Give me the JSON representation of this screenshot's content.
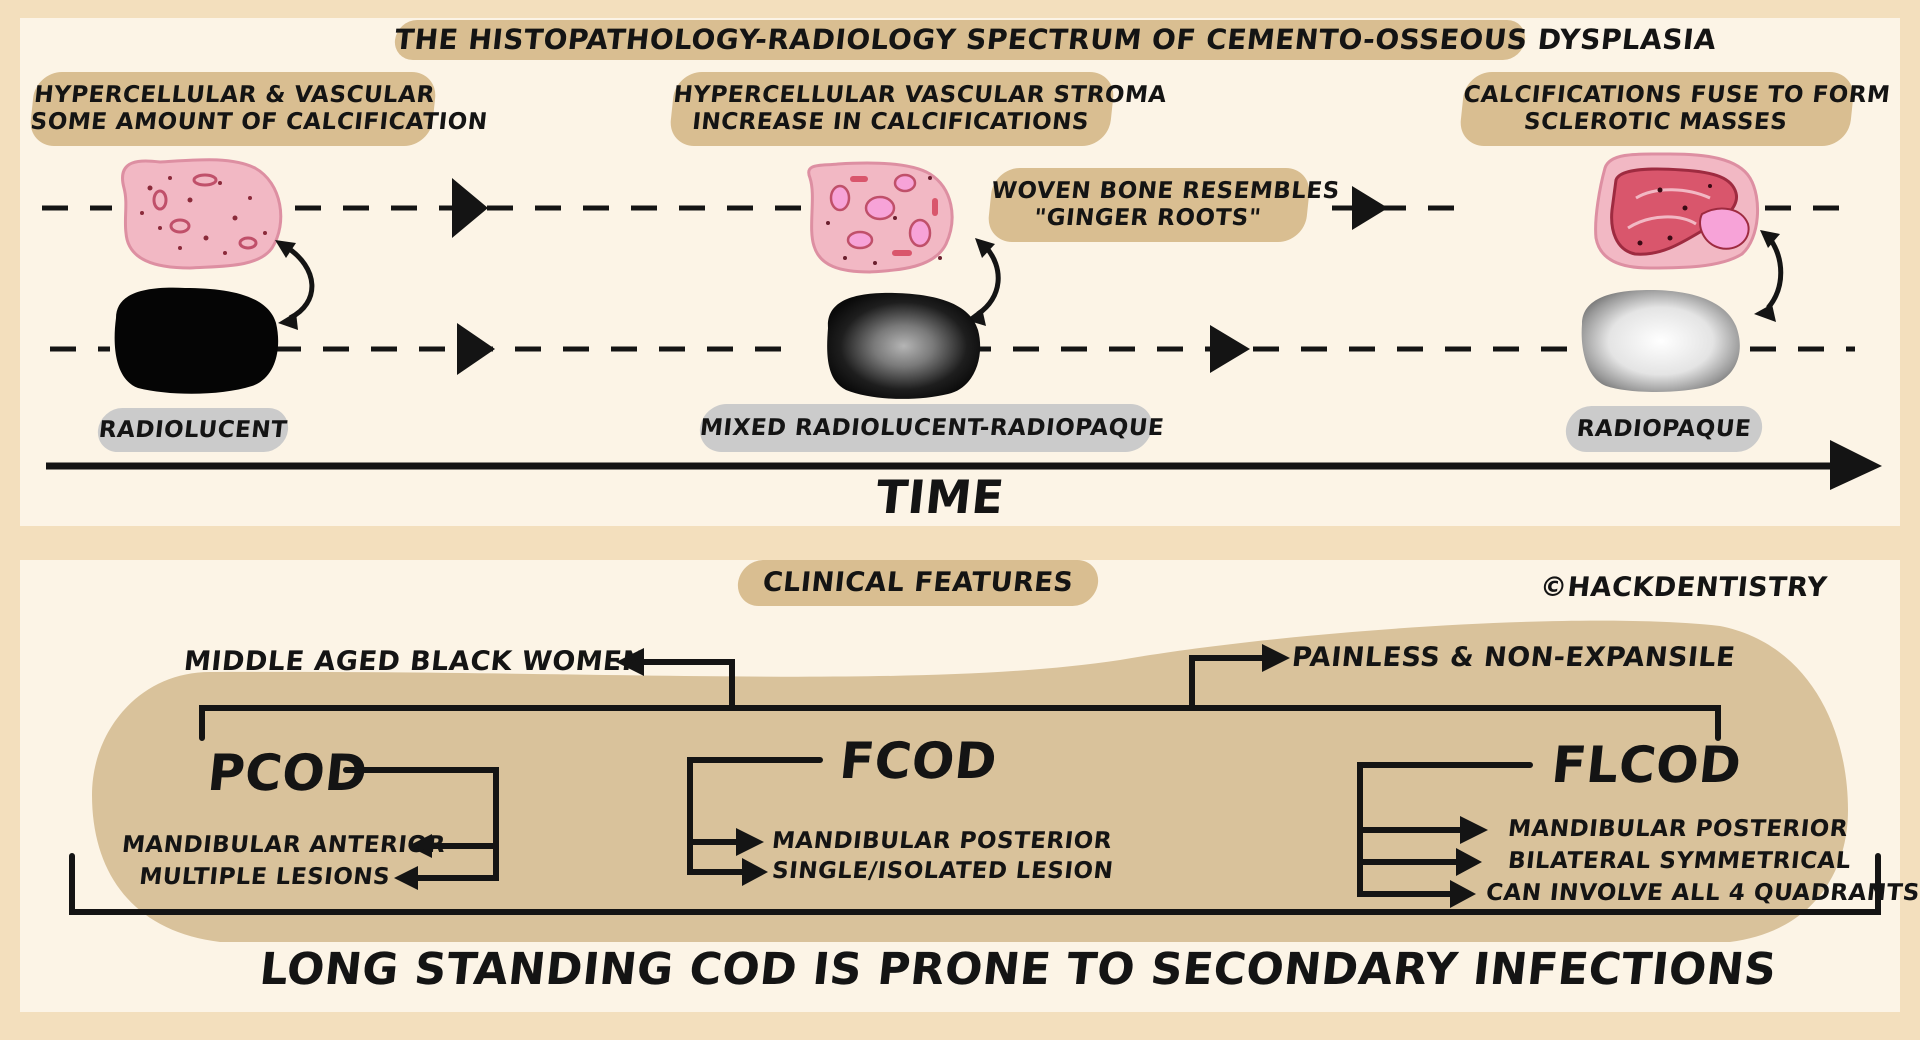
{
  "title": "THE HISTOPATHOLOGY-RADIOLOGY SPECTRUM OF CEMENTO-OSSEOUS DYSPLASIA",
  "stages": [
    {
      "histology_lines": [
        "HYPERCELLULAR & VASCULAR",
        "SOME AMOUNT OF CALCIFICATION"
      ],
      "radiograph_label": "RADIOLUCENT"
    },
    {
      "histology_lines": [
        "HYPERCELLULAR VASCULAR STROMA",
        "INCREASE IN CALCIFICATIONS"
      ],
      "radiograph_label": "MIXED RADIOLUCENT-RADIOPAQUE"
    },
    {
      "histology_lines": [
        "CALCIFICATIONS FUSE TO FORM",
        "SCLEROTIC MASSES"
      ],
      "radiograph_label": "RADIOPAQUE"
    }
  ],
  "woven_bone_note": [
    "WOVEN BONE RESEMBLES",
    "\"GINGER ROOTS\""
  ],
  "time_label": "TIME",
  "clinical": {
    "heading": "CLINICAL FEATURES",
    "credit": "©HACKDENTISTRY",
    "common_left": "MIDDLE AGED BLACK WOMEN",
    "common_right": "PAINLESS & NON-EXPANSILE",
    "types": [
      {
        "name": "PCOD",
        "features": [
          "MANDIBULAR ANTERIOR",
          "MULTIPLE LESIONS"
        ]
      },
      {
        "name": "FCOD",
        "features": [
          "MANDIBULAR POSTERIOR",
          "SINGLE/ISOLATED LESION"
        ]
      },
      {
        "name": "FLCOD",
        "features": [
          "MANDIBULAR POSTERIOR",
          "BILATERAL SYMMETRICAL",
          "CAN INVOLVE ALL 4 QUADRANTS"
        ]
      }
    ],
    "footer": "LONG STANDING COD IS PRONE TO SECONDARY INFECTIONS"
  },
  "colors": {
    "background": "#f3dfbd",
    "panel": "#fcf4e6",
    "tag_gold": "#d9be91",
    "tag_grey": "#cbcbcb",
    "ink": "#141414",
    "tissue_pink": "#f2b8c4",
    "bone_pink": "#d9566c",
    "highlight_pink": "#f7a3d8"
  }
}
